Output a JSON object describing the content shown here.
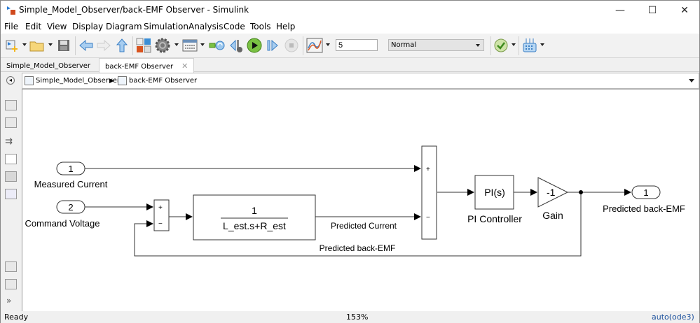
{
  "window": {
    "title": "Simple_Model_Observer/back-EMF Observer - Simulink",
    "minimize": "—",
    "maximize": "☐",
    "close": "✕"
  },
  "menu": [
    {
      "label": "File",
      "accel": "F"
    },
    {
      "label": "Edit",
      "accel": "E"
    },
    {
      "label": "View",
      "accel": "V"
    },
    {
      "label": "Display",
      "accel": "D"
    },
    {
      "label": "Diagram",
      "accel": "g"
    },
    {
      "label": "Simulation",
      "accel": "S"
    },
    {
      "label": "Analysis",
      "accel": "A"
    },
    {
      "label": "Code",
      "accel": "C"
    },
    {
      "label": "Tools",
      "accel": "T"
    },
    {
      "label": "Help",
      "accel": "H"
    }
  ],
  "toolbar": {
    "stop_time": "5",
    "sim_mode": "Normal",
    "icons": [
      "new-model-icon",
      "open-icon",
      "save-icon",
      "back-icon",
      "forward-icon",
      "up-icon",
      "library-browser-icon",
      "settings-gear-icon",
      "model-explorer-icon",
      "update-diagram-icon",
      "step-back-icon",
      "run-icon",
      "step-forward-icon",
      "stop-icon",
      "scope-icon",
      "model-advisor-check-icon",
      "build-icon"
    ]
  },
  "tabs": [
    {
      "label": "Simple_Model_Observer",
      "active": false
    },
    {
      "label": "back-EMF Observer",
      "active": true
    }
  ],
  "breadcrumb": [
    "Simple_Model_Observer",
    "back-EMF Observer"
  ],
  "diagram": {
    "inports": [
      {
        "number": "1",
        "label": "Measured Current"
      },
      {
        "number": "2",
        "label": "Command Voltage"
      }
    ],
    "sum1_signs": [
      "+",
      "−"
    ],
    "transfer_fcn": {
      "numerator": "1",
      "denominator": "L_est.s+R_est"
    },
    "sum2_signs": [
      "+",
      "−"
    ],
    "pi_block": {
      "text": "PI(s)",
      "label": "PI Controller"
    },
    "gain_block": {
      "text": "-1",
      "label": "Gain"
    },
    "outport": {
      "number": "1",
      "label": "Predicted back-EMF"
    },
    "signals": {
      "predicted_current": "Predicted Current",
      "feedback": "Predicted back-EMF"
    }
  },
  "status": {
    "state": "Ready",
    "zoom": "153%",
    "solver": "auto(ode3)"
  }
}
